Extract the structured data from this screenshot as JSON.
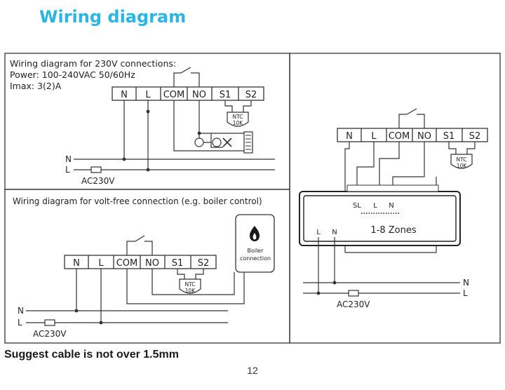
{
  "title": "Wiring diagram",
  "panel_230v": {
    "heading_line1": "Wiring diagram for 230V connections:",
    "heading_line2": "Power: 100-240VAC 50/60Hz",
    "heading_line3": "Imax: 3(2)A",
    "terminals": [
      "N",
      "L",
      "COM",
      "NO",
      "S1",
      "S2"
    ],
    "ntc_line1": "NTC",
    "ntc_line2": "10K",
    "mains_n": "N",
    "mains_l": "L",
    "supply": "AC230V"
  },
  "panel_voltfree": {
    "heading": "Wiring diagram for volt-free connection (e.g. boiler control)",
    "terminals": [
      "N",
      "L",
      "COM",
      "NO",
      "S1",
      "S2"
    ],
    "ntc_line1": "NTC",
    "ntc_line2": "10K",
    "boiler_line1": "Boiler",
    "boiler_line2": "connection",
    "mains_n": "N",
    "mains_l": "L",
    "supply": "AC230V"
  },
  "panel_zones": {
    "terminals": [
      "N",
      "L",
      "COM",
      "NO",
      "S1",
      "S2"
    ],
    "ntc_line1": "NTC",
    "ntc_line2": "10K",
    "box_sl": "SL",
    "box_l": "L",
    "box_n": "N",
    "box_in_l": "L",
    "box_in_n": "N",
    "zones_label": "1-8 Zones",
    "mains_n": "N",
    "mains_l": "L",
    "supply": "AC230V"
  },
  "footer": {
    "note": "Suggest cable is not over 1.5mm",
    "page": "12"
  }
}
